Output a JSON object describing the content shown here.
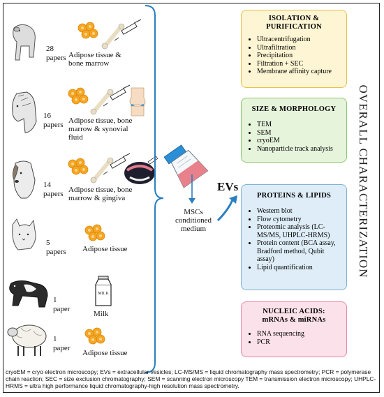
{
  "sources": [
    {
      "count": "28\npapers",
      "tissue": "Adipose tissue &\nbone marrow",
      "animal_icon": "pig-icon",
      "tissue_icons": [
        "adipose-cells-icon",
        "bone-syringe-icon"
      ]
    },
    {
      "count": "16\npapers",
      "tissue": "Adipose tissue, bone\nmarrow & synovial\nfluid",
      "animal_icon": "horse-icon",
      "tissue_icons": [
        "adipose-cells-icon",
        "bone-syringe-icon",
        "joint-icon"
      ]
    },
    {
      "count": "14\npapers",
      "tissue": "Adipose tissue, bone\nmarrow & gingiva",
      "animal_icon": "dog-icon",
      "tissue_icons": [
        "adipose-cells-icon",
        "bone-syringe-icon",
        "gingiva-icon"
      ]
    },
    {
      "count": "5\npapers",
      "tissue": "Adipose tissue",
      "animal_icon": "cat-icon",
      "tissue_icons": [
        "adipose-cells-icon"
      ]
    },
    {
      "count": "1\npaper",
      "tissue": "Milk",
      "animal_icon": "cow-icon",
      "tissue_icons": [
        "milk-carton-icon"
      ]
    },
    {
      "count": "1\npaper",
      "tissue": "Adipose tissue",
      "animal_icon": "sheep-icon",
      "tissue_icons": [
        "adipose-cells-icon"
      ]
    }
  ],
  "center": {
    "flask_icon": "culture-flask-icon",
    "conditioned_medium": "MSCs\nconditioned\nmedium",
    "evs_label": "EVs"
  },
  "vertical_title": "OVERALL CHARACTERIZATION",
  "panels": [
    {
      "title": "ISOLATION &\nPURIFICATION",
      "items": [
        "Ultracentrifugation",
        "Ultrafiltration",
        "Precipitation",
        "Filtration + SEC",
        "Membrane affinity capture"
      ],
      "bg": "#fdf5d3",
      "border": "#e9c24a"
    },
    {
      "title": "SIZE & MORPHOLOGY",
      "items": [
        "TEM",
        "SEM",
        "cryoEM",
        "Nanoparticle track analysis"
      ],
      "bg": "#e6f4dc",
      "border": "#8cc56a"
    },
    {
      "title": "PROTEINS & LIPIDS",
      "items": [
        "Western blot",
        "Flow cytometry",
        "Proteomic analysis (LC-MS/MS, UHPLC-HRMS)",
        "Protein content (BCA assay, Bradford method, Qubit assay)",
        "Lipid quantification"
      ],
      "bg": "#deedf7",
      "border": "#7fb3d6"
    },
    {
      "title": "NUCLEIC ACIDS:\nmRNAs & miRNAs",
      "items": [
        "RNA sequencing",
        "PCR"
      ],
      "bg": "#fbe1ea",
      "border": "#e58aa9"
    }
  ],
  "colors": {
    "brace": "#2a7fbf",
    "arrow": "#2a7fbf",
    "adipose": "#f5a623",
    "flask_pink": "#e8818c",
    "flask_cap": "#2a8fd6"
  },
  "footnote": "cryoEM = cryo electron microscopy; EVs = extracellular vesicles; LC-MS/MS = liquid chromatography mass spectrometry; PCR = polymerase chain reaction; SEC = size exclusion chromatography; SEM = scanning electron microscopy TEM = transmission electron microscopy; UHPLC-HRMS = ultra high performance liquid chromatography-high resolution mass spectrometry."
}
